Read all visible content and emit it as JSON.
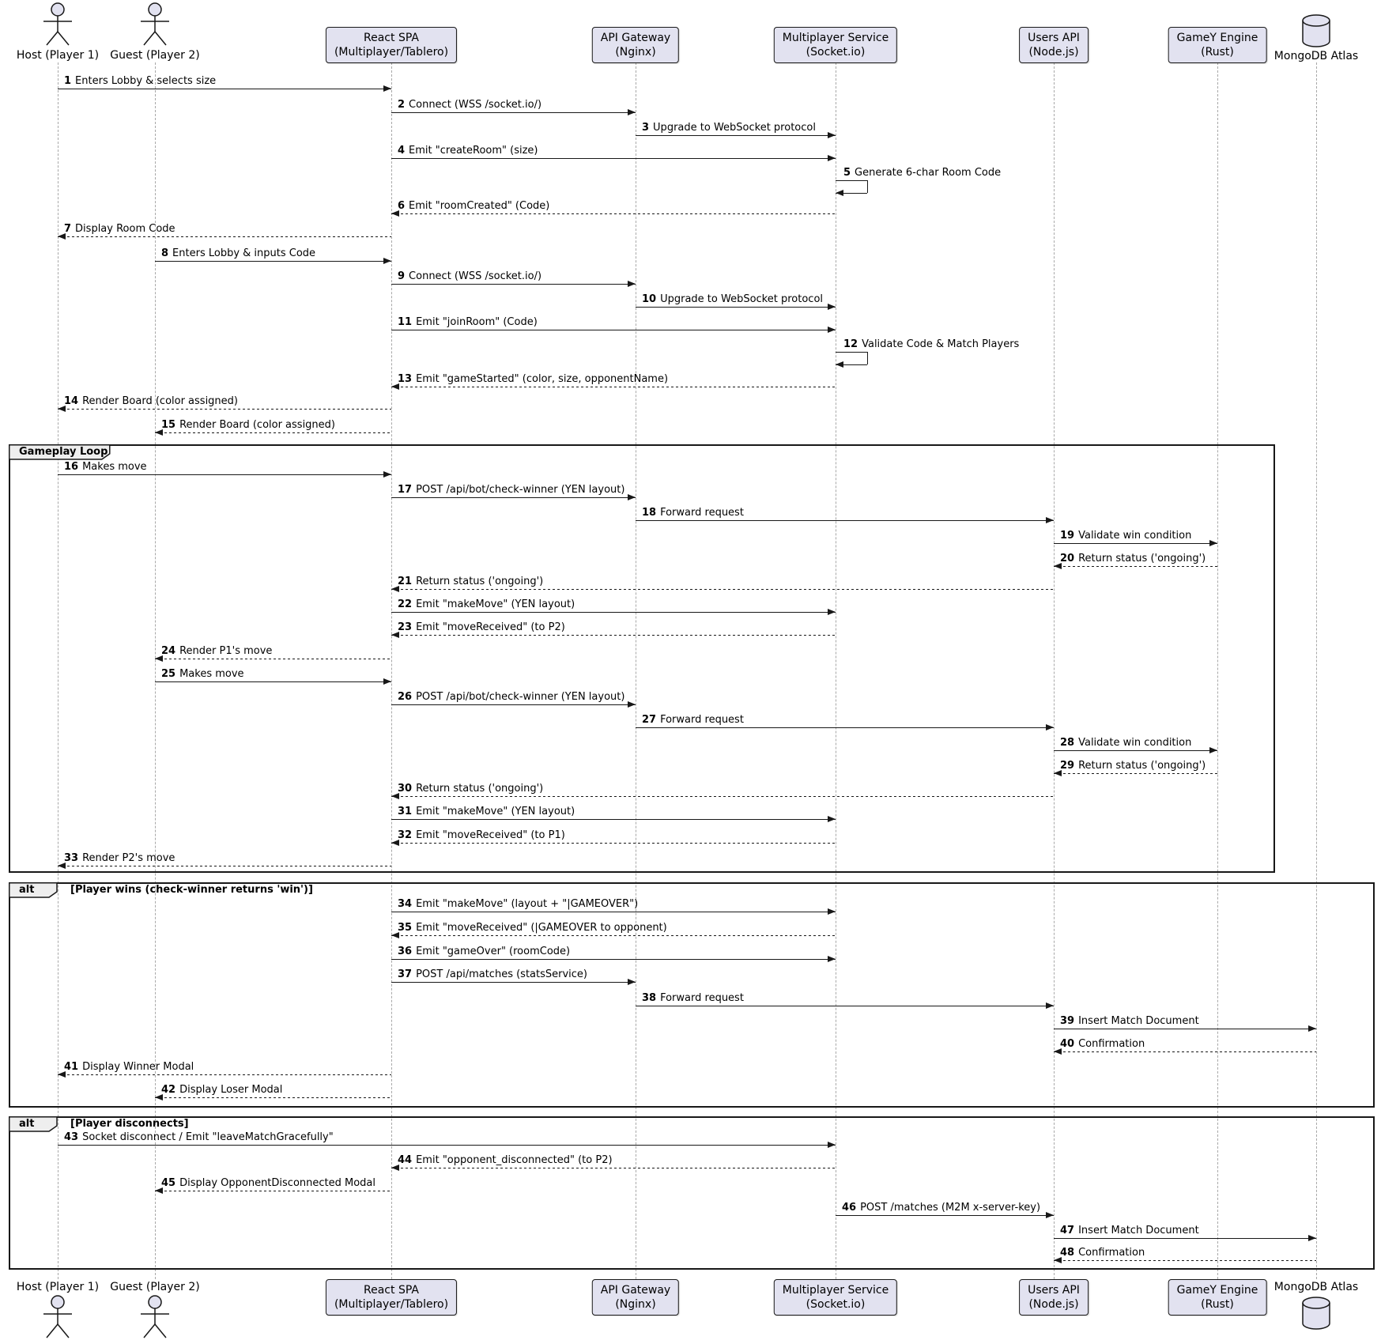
{
  "diagram": {
    "type": "uml-sequence-diagram",
    "participants": [
      {
        "id": "host",
        "type": "actor",
        "label": "Host (Player 1)"
      },
      {
        "id": "guest",
        "type": "actor",
        "label": "Guest (Player 2)"
      },
      {
        "id": "react",
        "type": "participant",
        "line1": "React SPA",
        "line2": "(Multiplayer/Tablero)"
      },
      {
        "id": "gateway",
        "type": "participant",
        "line1": "API Gateway",
        "line2": "(Nginx)"
      },
      {
        "id": "socket",
        "type": "participant",
        "line1": "Multiplayer Service",
        "line2": "(Socket.io)"
      },
      {
        "id": "users",
        "type": "participant",
        "line1": "Users API",
        "line2": "(Node.js)"
      },
      {
        "id": "gamey",
        "type": "participant",
        "line1": "GameY Engine",
        "line2": "(Rust)"
      },
      {
        "id": "mongo",
        "type": "database",
        "label": "MongoDB Atlas"
      }
    ],
    "groups": [
      {
        "type": "group",
        "label": "Gameplay Loop",
        "condition": ""
      },
      {
        "type": "alt",
        "label": "alt",
        "condition": "[Player wins (check-winner returns 'win')]"
      },
      {
        "type": "alt",
        "label": "alt",
        "condition": "[Player disconnects]"
      }
    ],
    "messages": [
      {
        "n": 1,
        "from": "host",
        "to": "react",
        "text": "Enters Lobby & selects size",
        "line": "solid"
      },
      {
        "n": 2,
        "from": "react",
        "to": "gateway",
        "text": "Connect (WSS /socket.io/)",
        "line": "solid"
      },
      {
        "n": 3,
        "from": "gateway",
        "to": "socket",
        "text": "Upgrade to WebSocket protocol",
        "line": "solid"
      },
      {
        "n": 4,
        "from": "react",
        "to": "socket",
        "text": "Emit \"createRoom\" (size)",
        "line": "solid"
      },
      {
        "n": 5,
        "from": "socket",
        "to": "socket",
        "self": true,
        "text": "Generate 6-char Room Code",
        "line": "solid"
      },
      {
        "n": 6,
        "from": "socket",
        "to": "react",
        "text": "Emit \"roomCreated\" (Code)",
        "line": "dashed"
      },
      {
        "n": 7,
        "from": "react",
        "to": "host",
        "text": "Display Room Code",
        "line": "dashed"
      },
      {
        "n": 8,
        "from": "guest",
        "to": "react",
        "text": "Enters Lobby & inputs Code",
        "line": "solid"
      },
      {
        "n": 9,
        "from": "react",
        "to": "gateway",
        "text": "Connect (WSS /socket.io/)",
        "line": "solid"
      },
      {
        "n": 10,
        "from": "gateway",
        "to": "socket",
        "text": "Upgrade to WebSocket protocol",
        "line": "solid"
      },
      {
        "n": 11,
        "from": "react",
        "to": "socket",
        "text": "Emit \"joinRoom\" (Code)",
        "line": "solid"
      },
      {
        "n": 12,
        "from": "socket",
        "to": "socket",
        "self": true,
        "text": "Validate Code & Match Players",
        "line": "solid"
      },
      {
        "n": 13,
        "from": "socket",
        "to": "react",
        "text": "Emit \"gameStarted\" (color, size, opponentName)",
        "line": "dashed"
      },
      {
        "n": 14,
        "from": "react",
        "to": "host",
        "text": "Render Board (color assigned)",
        "line": "dashed"
      },
      {
        "n": 15,
        "from": "react",
        "to": "guest",
        "text": "Render Board (color assigned)",
        "line": "dashed"
      },
      {
        "n": 16,
        "from": "host",
        "to": "react",
        "text": "Makes move",
        "line": "solid"
      },
      {
        "n": 17,
        "from": "react",
        "to": "gateway",
        "text": "POST /api/bot/check-winner (YEN layout)",
        "line": "solid"
      },
      {
        "n": 18,
        "from": "gateway",
        "to": "users",
        "text": "Forward request",
        "line": "solid"
      },
      {
        "n": 19,
        "from": "users",
        "to": "gamey",
        "text": "Validate win condition",
        "line": "solid"
      },
      {
        "n": 20,
        "from": "gamey",
        "to": "users",
        "text": "Return status ('ongoing')",
        "line": "dashed"
      },
      {
        "n": 21,
        "from": "users",
        "to": "react",
        "text": "Return status ('ongoing')",
        "line": "dashed"
      },
      {
        "n": 22,
        "from": "react",
        "to": "socket",
        "text": "Emit \"makeMove\" (YEN layout)",
        "line": "solid"
      },
      {
        "n": 23,
        "from": "socket",
        "to": "react",
        "text": "Emit \"moveReceived\" (to P2)",
        "line": "dashed"
      },
      {
        "n": 24,
        "from": "react",
        "to": "guest",
        "text": "Render P1's move",
        "line": "dashed"
      },
      {
        "n": 25,
        "from": "guest",
        "to": "react",
        "text": "Makes move",
        "line": "solid"
      },
      {
        "n": 26,
        "from": "react",
        "to": "gateway",
        "text": "POST /api/bot/check-winner (YEN layout)",
        "line": "solid"
      },
      {
        "n": 27,
        "from": "gateway",
        "to": "users",
        "text": "Forward request",
        "line": "solid"
      },
      {
        "n": 28,
        "from": "users",
        "to": "gamey",
        "text": "Validate win condition",
        "line": "solid"
      },
      {
        "n": 29,
        "from": "gamey",
        "to": "users",
        "text": "Return status ('ongoing')",
        "line": "dashed"
      },
      {
        "n": 30,
        "from": "users",
        "to": "react",
        "text": "Return status ('ongoing')",
        "line": "dashed"
      },
      {
        "n": 31,
        "from": "react",
        "to": "socket",
        "text": "Emit \"makeMove\" (YEN layout)",
        "line": "solid"
      },
      {
        "n": 32,
        "from": "socket",
        "to": "react",
        "text": "Emit \"moveReceived\" (to P1)",
        "line": "dashed"
      },
      {
        "n": 33,
        "from": "react",
        "to": "host",
        "text": "Render P2's move",
        "line": "dashed"
      },
      {
        "n": 34,
        "from": "react",
        "to": "socket",
        "text": "Emit \"makeMove\" (layout + \"|GAMEOVER\")",
        "line": "solid"
      },
      {
        "n": 35,
        "from": "socket",
        "to": "react",
        "text": "Emit \"moveReceived\" (|GAMEOVER to opponent)",
        "line": "dashed"
      },
      {
        "n": 36,
        "from": "react",
        "to": "socket",
        "text": "Emit \"gameOver\" (roomCode)",
        "line": "solid"
      },
      {
        "n": 37,
        "from": "react",
        "to": "gateway",
        "text": "POST /api/matches (statsService)",
        "line": "solid"
      },
      {
        "n": 38,
        "from": "gateway",
        "to": "users",
        "text": "Forward request",
        "line": "solid"
      },
      {
        "n": 39,
        "from": "users",
        "to": "mongo",
        "text": "Insert Match Document",
        "line": "solid"
      },
      {
        "n": 40,
        "from": "mongo",
        "to": "users",
        "text": "Confirmation",
        "line": "dashed"
      },
      {
        "n": 41,
        "from": "react",
        "to": "host",
        "text": "Display Winner Modal",
        "line": "dashed"
      },
      {
        "n": 42,
        "from": "react",
        "to": "guest",
        "text": "Display Loser Modal",
        "line": "dashed"
      },
      {
        "n": 43,
        "from": "host",
        "to": "socket",
        "text": "Socket disconnect / Emit \"leaveMatchGracefully\"",
        "line": "solid"
      },
      {
        "n": 44,
        "from": "socket",
        "to": "react",
        "text": "Emit \"opponent_disconnected\" (to P2)",
        "line": "dashed"
      },
      {
        "n": 45,
        "from": "react",
        "to": "guest",
        "text": "Display OpponentDisconnected Modal",
        "line": "dashed"
      },
      {
        "n": 46,
        "from": "socket",
        "to": "users",
        "text": "POST /matches (M2M x-server-key)",
        "line": "solid"
      },
      {
        "n": 47,
        "from": "users",
        "to": "mongo",
        "text": "Insert Match Document",
        "line": "solid"
      },
      {
        "n": 48,
        "from": "mongo",
        "to": "users",
        "text": "Confirmation",
        "line": "dashed"
      }
    ],
    "colors": {
      "participant_fill": "#E2E2F0",
      "border": "#181818",
      "lifeline": "#A8A8A8",
      "group_tab_fill": "#EEEEEE",
      "background": "#FFFFFF",
      "text": "#000000"
    }
  }
}
